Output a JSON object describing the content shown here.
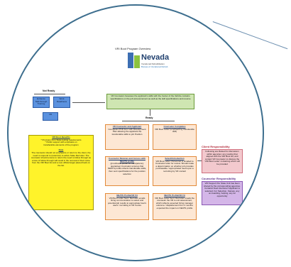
{
  "title": "VRI Boot Program Overview",
  "logo": {
    "name": "Nevada",
    "sub": "Vocational Rehabilitation",
    "sub2": "Bureau of Vocational Rehab"
  },
  "not_ready": {
    "label": "Not Ready",
    "box1": "Enhance Skill through Training",
    "box2": "Work Readiness",
    "box3": "VR"
  },
  "ready_label": "Ready",
  "top_box": "VR Counselor Assesses the applicant's skills with the Center of the Vehicle contains specifications on the job announcement as well as the skill specifications and resume",
  "benefits": {
    "title": "VRI Boot Benefits",
    "line1": "* Provision from State testing requirements",
    "line2": "* Public support with emphasis on",
    "line3": "transferable elements of the program",
    "note_title": "Note",
    "note": "The counselor should not emphasize or return to the client, the need to respond to (retention) to active State Recruiter. The counselor should ensure to return the need to follow through as a loss of follow through will result in the removal of their name from the VRI Boot list and a new official target placed back on the list."
  },
  "cards": [
    {
      "title": "VR Counselor and Applicant",
      "text": "Completes PCD form with Development Plan allowing the applicant the transferable skills to job Position"
    },
    {
      "title": "Counselor Completes",
      "text": "VRI Boot Letter (emphasizing transferable skill)"
    },
    {
      "title": "Counselor Reviews and Access with NEATS profile",
      "text": "(proofreads profile for transparency guarantee) Counselor ensures that NEATS profile reflects transferable skills, then sent specifications for the position selection"
    },
    {
      "title": "Select/Introduction",
      "text": "VRI Boot Letter: Personnel is emailed to Counselor letter for review. Should make a determination on whether job provides purchasable / appropriated need upon a recruiting by VR contact"
    },
    {
      "title": "NEATS Profile/VR Fit",
      "text": "VRI Boot Letter Sent: Recruiter emails hiring communication to select and potential job results to appropriate boot's users / recruiting to VR Centre"
    },
    {
      "title": "NEATS Profile/VR Fit",
      "text": "VRI Boot Letter Sent: Recruiter emails the counselor the VR to unit assessment, which reflects expected hiring manager outcome / displacement from 4 months expected the impact on NEATS profile"
    }
  ],
  "client_resp": {
    "title": "Client Responsibility",
    "text": "Following are Raised for discussion within agencies: any posting that aligned with the VRI Boot list, and contact VR Counselor to discuss the 'VRI Boot Letter' containing which will be provided"
  },
  "counselor_resp": {
    "title": "Counselor Responsibility",
    "text": "VRI Support Per State Unit has been shared by the corresponding agencies. Contains fixed interview if applicant is selected. For Selection, Kansas, any on-boarding, helping, any for opportunity"
  }
}
